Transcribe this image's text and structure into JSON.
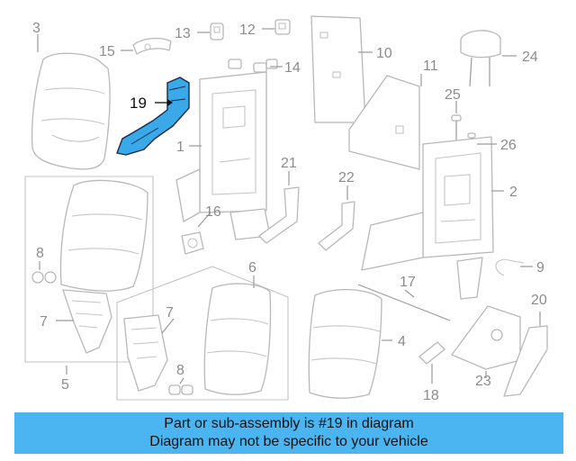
{
  "highlight_color": "#3aa9ea",
  "banner_color": "#4ab5f0",
  "callouts": {
    "c1": "1",
    "c2": "2",
    "c3": "3",
    "c4": "4",
    "c5": "5",
    "c6": "6",
    "c7a": "7",
    "c7b": "7",
    "c8a": "8",
    "c8b": "8",
    "c9": "9",
    "c10": "10",
    "c11": "11",
    "c12": "12",
    "c13": "13",
    "c14": "14",
    "c15": "15",
    "c16": "16",
    "c17": "17",
    "c18": "18",
    "c19": "19",
    "c20": "20",
    "c21": "21",
    "c22": "22",
    "c23": "23",
    "c24": "24",
    "c25": "25",
    "c26": "26"
  },
  "banner": {
    "line1": "Part or sub-assembly is #19 in diagram",
    "line2": "Diagram may not be specific to your vehicle"
  }
}
